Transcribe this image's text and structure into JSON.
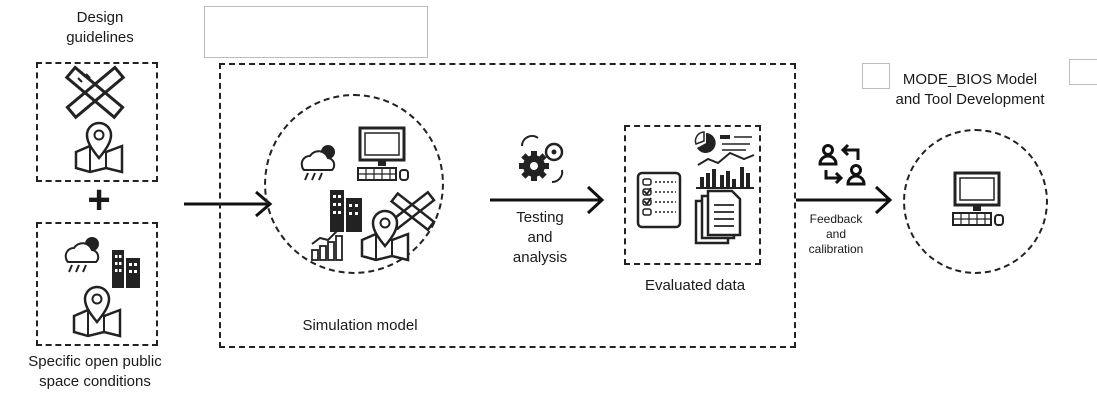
{
  "labels": {
    "design_guidelines_line1": "Design",
    "design_guidelines_line2": "guidelines",
    "plus_sign": "+",
    "specific_line1": "Specific open public",
    "specific_line2": "space conditions",
    "simulation_model": "Simulation model",
    "testing_line1": "Testing",
    "testing_line2": "and",
    "testing_line3": "analysis",
    "evaluated_data": "Evaluated data",
    "feedback_line1": "Feedback",
    "feedback_line2": "and",
    "feedback_line3": "calibration",
    "mode_line1": "MODE_BIOS Model",
    "mode_line2": "and Tool Development"
  },
  "icons": {
    "ruler_pencil": "ruler-pencil-icon",
    "map_pin": "map-pin-icon",
    "weather": "weather-cloud-sun-rain-icon",
    "buildings": "buildings-icon",
    "computer": "desktop-computer-icon",
    "gears": "gears-icon",
    "charts": "charts-icon",
    "checklist": "checklist-icon",
    "documents": "documents-icon",
    "feedback_users": "users-exchange-icon"
  }
}
